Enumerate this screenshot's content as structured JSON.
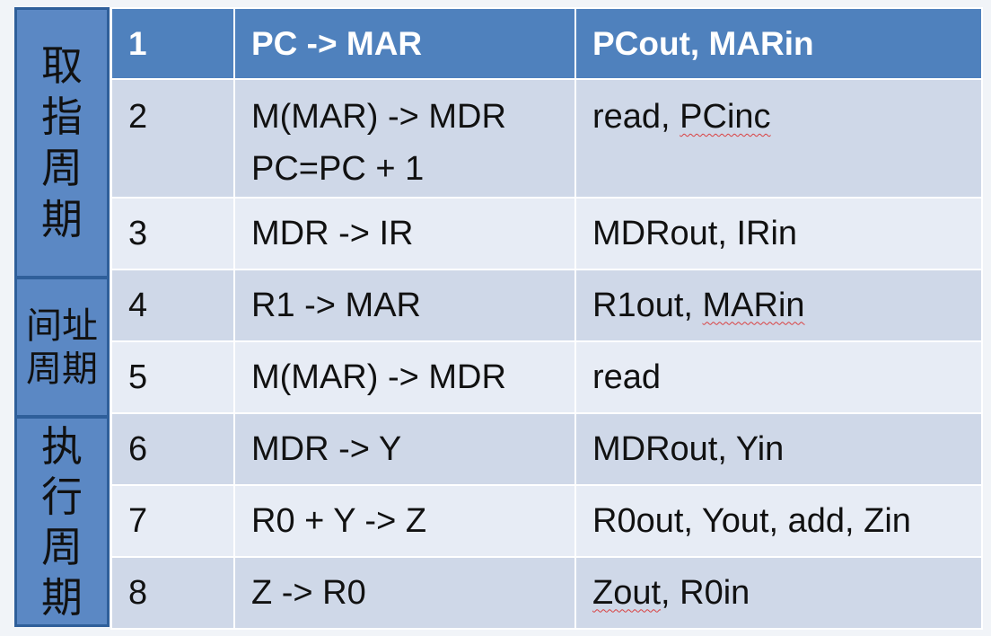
{
  "phases": {
    "fetch": "取指周期",
    "indirect": "间址周期",
    "execute": "执行周期"
  },
  "header": {
    "step": "1",
    "operation": "PC -> MAR",
    "signals": "PCout, MARin"
  },
  "rows": [
    {
      "step": "2",
      "operation_line1": "M(MAR) -> MDR",
      "operation_line2": "PC=PC + 1",
      "signals_a": "read, ",
      "signals_b": "PCinc"
    },
    {
      "step": "3",
      "operation": "MDR -> IR",
      "signals_a": "MDRout, IRin",
      "signals_b": ""
    },
    {
      "step": "4",
      "operation": "R1 -> MAR",
      "signals_a": "R1out, ",
      "signals_b": "MARin"
    },
    {
      "step": "5",
      "operation": "M(MAR) -> MDR",
      "signals_a": "read",
      "signals_b": ""
    },
    {
      "step": "6",
      "operation": "MDR -> Y",
      "signals_a": "MDRout, Yin",
      "signals_b": ""
    },
    {
      "step": "7",
      "operation": "R0 + Y -> Z",
      "signals_a": "R0out, Yout, add, Zin",
      "signals_b": ""
    },
    {
      "step": "8",
      "operation": "Z -> R0",
      "signals_a": "Zout",
      "signals_b": ", R0in"
    }
  ]
}
